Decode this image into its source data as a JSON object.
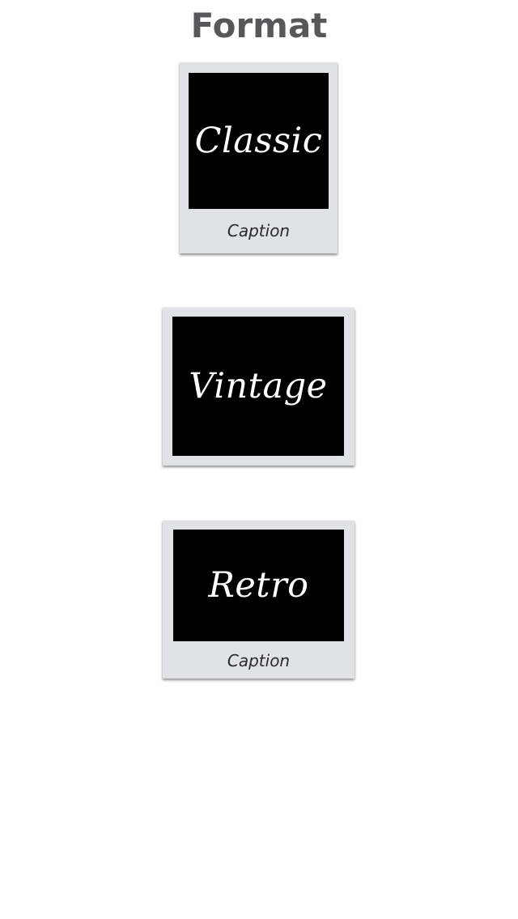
{
  "header": {
    "title": "Format"
  },
  "formats": {
    "classic": {
      "label": "Classic",
      "caption": "Caption"
    },
    "vintage": {
      "label": "Vintage"
    },
    "retro": {
      "label": "Retro",
      "caption": "Caption"
    }
  }
}
